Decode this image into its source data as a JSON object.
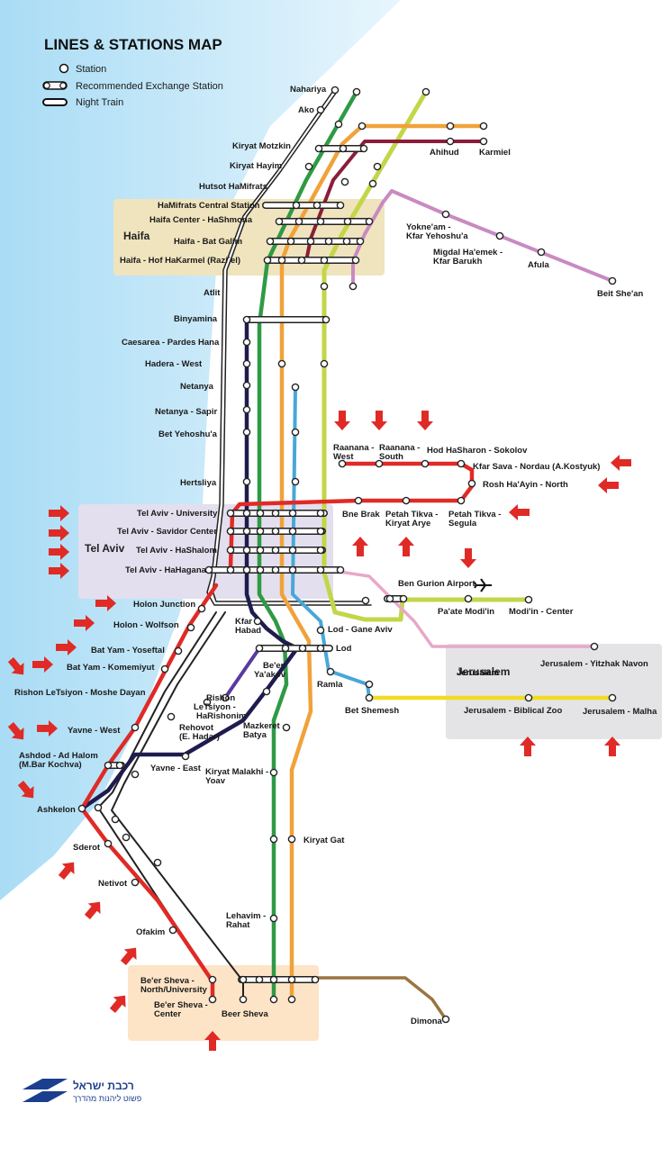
{
  "title": "LINES & STATIONS MAP",
  "legend": {
    "station": "Station",
    "exchange": "Recommended Exchange Station",
    "night": "Night Train"
  },
  "regions": {
    "haifa": "Haifa",
    "tel_aviv": "Tel Aviv",
    "jerusalem": "Jerusalem"
  },
  "logo": {
    "hebrew_top": "רכבת ישראל",
    "hebrew_bottom": "פשוט ליהנות מהדרך"
  },
  "colors": {
    "red": "#e02a26",
    "navy": "#1e1c4f",
    "green": "#2f9a45",
    "orange": "#f0a23a",
    "lightblue": "#48a7d8",
    "lime": "#c3d648",
    "maroon": "#8b1d3a",
    "purple": "#c98ac1",
    "pink": "#e8a8c8",
    "yellow": "#f1dc22",
    "brown": "#9b7440",
    "violet": "#5a3aa0",
    "black": "#222222",
    "sea": "#a9dcf5"
  },
  "stations": [
    "Nahariya",
    "Ako",
    "Kiryat Motzkin",
    "Kiryat Hayim",
    "Hutsot HaMifrats",
    "HaMifrats Central Station",
    "Haifa Center - HaShmona",
    "Haifa - Bat Galim",
    "Haifa - Hof HaKarmel (Razi`el)",
    "Ahihud",
    "Karmiel",
    "Yokne'am -",
    "Kfar Yehoshu'a",
    "Migdal Ha'emek -",
    "Kfar Barukh",
    "Afula",
    "Beit She'an",
    "Atlit",
    "Binyamina",
    "Caesarea - Pardes Hana",
    "Hadera - West",
    "Netanya",
    "Netanya - Sapir",
    "Bet Yehoshu'a",
    "Hertsliya",
    "Raanana -",
    "West",
    "Raanana -",
    "South",
    "Hod HaSharon - Sokolov",
    "Kfar Sava - Nordau (A.Kostyuk)",
    "Rosh Ha'Ayin - North",
    "Bne Brak",
    "Petah Tikva -",
    "Kiryat Arye",
    "Petah Tikva -",
    "Segula",
    "Tel Aviv - University",
    "Tel Aviv - Savidor Center",
    "Tel Aviv - HaShalom",
    "Tel Aviv - HaHagana",
    "Ben Gurion Airport",
    "Pa'ate Modi'in",
    "Modi'in - Center",
    "Holon Junction",
    "Holon - Wolfson",
    "Lod - Gane Aviv",
    "Kfar",
    "Habad",
    "Lod",
    "Bat Yam - Yoseftal",
    "Bat Yam - Komemiyut",
    "Jerusalem",
    "Jerusalem - Yitzhak Navon",
    "Ramla",
    "Rishon LeTsiyon - Moshe Dayan",
    "Be'er",
    "Ya'akov",
    "Rishon",
    "LeTsiyon -",
    "HaRishonim",
    "Bet Shemesh",
    "Jerusalem - Biblical Zoo",
    "Jerusalem - Malha",
    "Rehovot",
    "(E. Hadar)",
    "Mazkeret",
    "Batya",
    "Yavne - West",
    "Ashdod - Ad Halom",
    "(M.Bar Kochva)",
    "Yavne - East",
    "Kiryat Malakhi -",
    "Yoav",
    "Ashkelon",
    "Kiryat Gat",
    "Sderot",
    "Netivot",
    "Lehavim -",
    "Rahat",
    "Ofakim",
    "Be'er Sheva -",
    "North/University",
    "Be'er Sheva -",
    "Center",
    "Beer Sheva",
    "Dimona"
  ]
}
